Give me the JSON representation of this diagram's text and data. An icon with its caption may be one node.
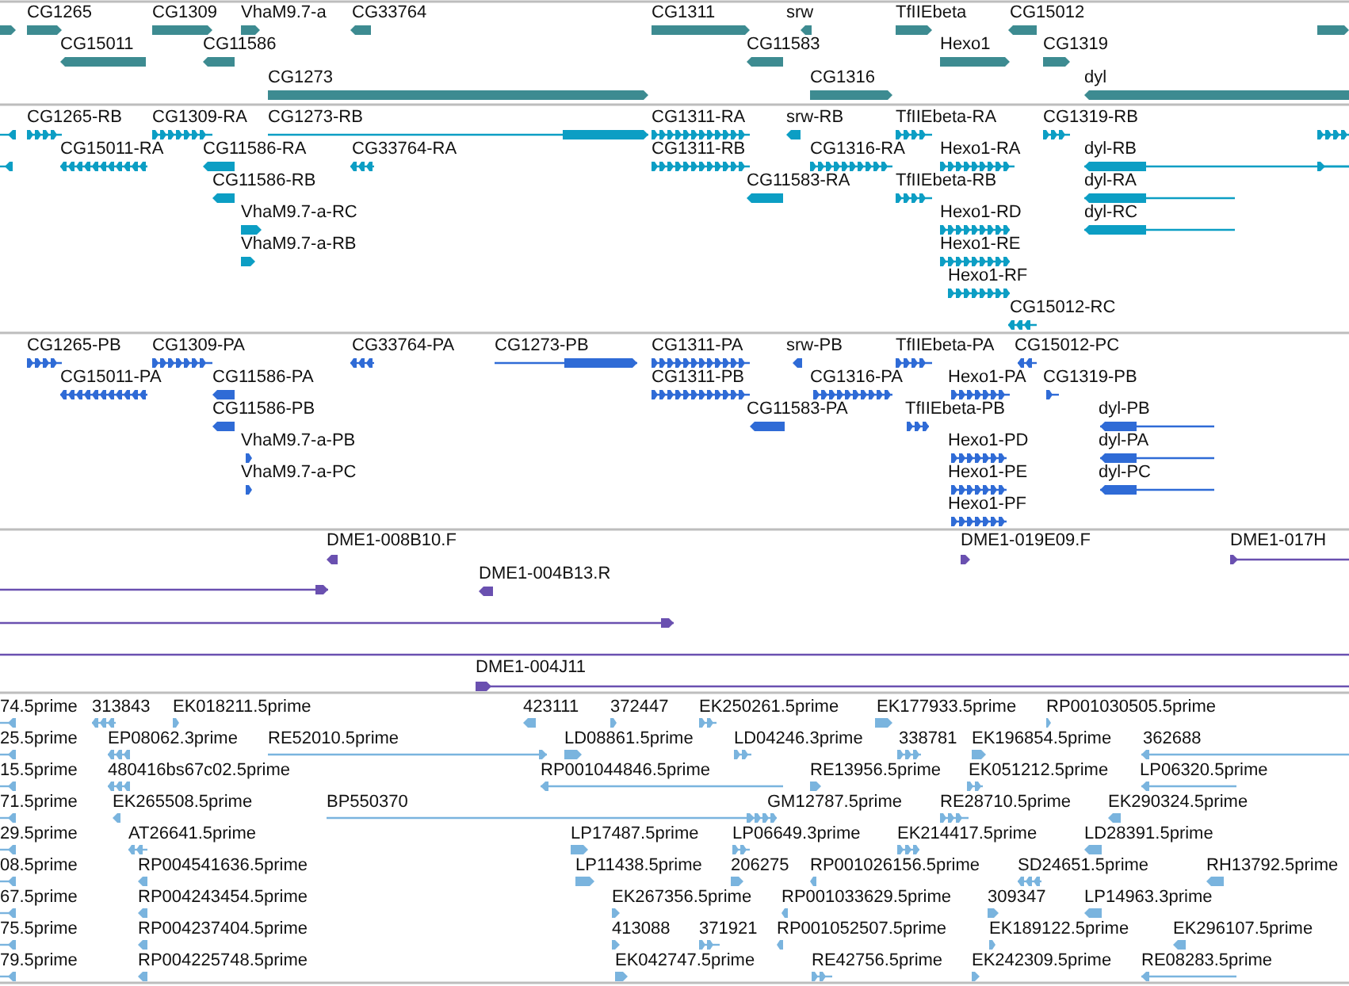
{
  "diagram": {
    "labels": [
      "CG1265",
      "CG1309",
      "VhaM9.7-a",
      "CG33764",
      "CG1311",
      "srw",
      "TfIIEbeta",
      "CG15012",
      "CG15011",
      "CG11586",
      "CG11583",
      "Hexo1",
      "CG1319",
      "CG1273",
      "CG1316",
      "dyl",
      "CG1265-RB",
      "CG1309-RA",
      "CG1273-RB",
      "CG1311-RA",
      "srw-RB",
      "TfIIEbeta-RA",
      "CG1319-RB",
      "CG15011-RA",
      "CG11586-RA",
      "CG33764-RA",
      "CG1311-RB",
      "CG1316-RA",
      "Hexo1-RA",
      "dyl-RB",
      "CG11586-RB",
      "CG11583-RA",
      "TfIIEbeta-RB",
      "dyl-RA",
      "VhaM9.7-a-RC",
      "Hexo1-RD",
      "dyl-RC",
      "VhaM9.7-a-RB",
      "Hexo1-RE",
      "Hexo1-RF",
      "CG15012-RC",
      "CG1265-PB",
      "CG1309-PA",
      "CG33764-PA",
      "CG1273-PB",
      "CG1311-PA",
      "srw-PB",
      "TfIIEbeta-PA",
      "CG15012-PC",
      "CG15011-PA",
      "CG11586-PA",
      "CG1311-PB",
      "CG1316-PA",
      "Hexo1-PA",
      "CG1319-PB",
      "CG11586-PB",
      "CG11583-PA",
      "TfIIEbeta-PB",
      "dyl-PB",
      "VhaM9.7-a-PB",
      "Hexo1-PD",
      "dyl-PA",
      "VhaM9.7-a-PC",
      "Hexo1-PE",
      "dyl-PC",
      "Hexo1-PF",
      "DME1-008B10.F",
      "DME1-019E09.F",
      "DME1-017H",
      "DME1-004B13.R",
      "DME1-004J11",
      "74.5prime",
      "313843",
      "EK018211.5prime",
      "423111",
      "372447",
      "EK250261.5prime",
      "EK177933.5prime",
      "RP001030505.5prime",
      "25.5prime",
      "EP08062.3prime",
      "RE52010.5prime",
      "LD08861.5prime",
      "LD04246.3prime",
      "338781",
      "EK196854.5prime",
      "362688",
      "15.5prime",
      "480416bs67c02.5prime",
      "RP001044846.5prime",
      "RE13956.5prime",
      "EK051212.5prime",
      "LP06320.5prime",
      "71.5prime",
      "EK265508.5prime",
      "BP550370",
      "GM12787.5prime",
      "RE28710.5prime",
      "EK290324.5prime",
      "29.5prime",
      "AT26641.5prime",
      "LP17487.5prime",
      "LP06649.3prime",
      "EK214417.5prime",
      "LD28391.5prime",
      "08.5prime",
      "RP004541636.5prime",
      "LP11438.5prime",
      "206275",
      "RP001026156.5prime",
      "SD24651.5prime",
      "RH13792.5prime",
      "67.5prime",
      "RP004243454.5prime",
      "EK267356.5prime",
      "RP001033629.5prime",
      "309347",
      "LP14963.3prime",
      "75.5prime",
      "RP004237404.5prime",
      "413088",
      "371921",
      "RP001052507.5prime",
      "EK189122.5prime",
      "EK296107.5prime",
      "79.5prime",
      "RP004225748.5prime",
      "EK042747.5prime",
      "RE42756.5prime",
      "EK242309.5prime",
      "RE08283.5prime"
    ]
  }
}
